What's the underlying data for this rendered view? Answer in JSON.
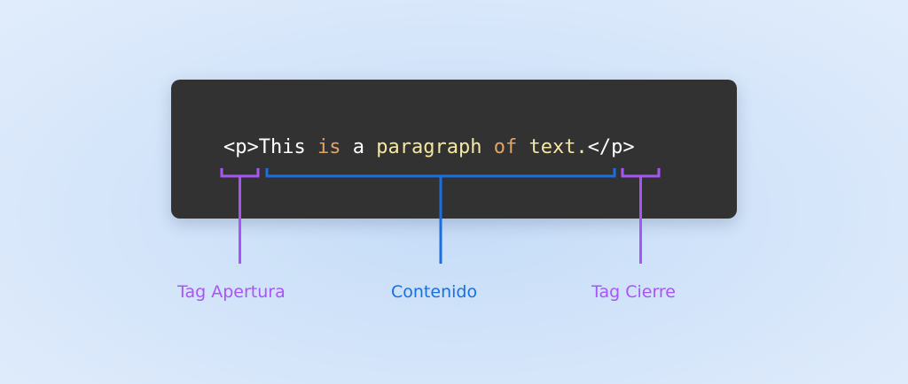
{
  "colors": {
    "opening_tag": "#a855f7",
    "content": "#1a6fe0",
    "closing_tag": "#a855f7",
    "code_default": "#ffffff",
    "code_keyword": "#e0a46a",
    "code_string": "#f4e7a3"
  },
  "code": {
    "tokens": [
      {
        "text": "<p>",
        "color": "#ffffff"
      },
      {
        "text": "This ",
        "color": "#ffffff"
      },
      {
        "text": "is",
        "color": "#e0a46a"
      },
      {
        "text": " a ",
        "color": "#ffffff"
      },
      {
        "text": "paragraph",
        "color": "#f4e7a3"
      },
      {
        "text": " ",
        "color": "#ffffff"
      },
      {
        "text": "of",
        "color": "#e0a46a"
      },
      {
        "text": " ",
        "color": "#ffffff"
      },
      {
        "text": "text.",
        "color": "#f4e7a3"
      },
      {
        "text": "</p>",
        "color": "#ffffff"
      }
    ]
  },
  "labels": {
    "opening_tag": "Tag Apertura",
    "content": "Contenido",
    "closing_tag": "Tag Cierre"
  }
}
